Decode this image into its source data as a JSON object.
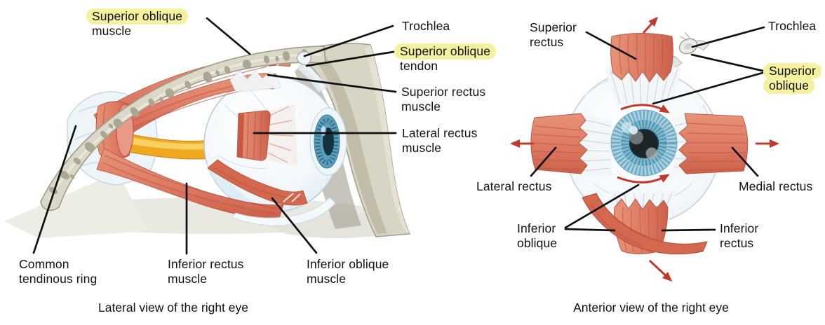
{
  "lateral_view": {
    "caption": "Lateral view of the right eye",
    "labels": {
      "superior_oblique_muscle": {
        "line1": "Superior oblique",
        "line2": "muscle"
      },
      "trochlea": "Trochlea",
      "superior_oblique_tendon": {
        "line1": "Superior oblique",
        "line2": "tendon"
      },
      "superior_rectus_muscle": {
        "line1": "Superior rectus",
        "line2": "muscle"
      },
      "lateral_rectus_muscle": {
        "line1": "Lateral rectus",
        "line2": "muscle"
      },
      "common_tendinous_ring": {
        "line1": "Common",
        "line2": "tendinous ring"
      },
      "inferior_rectus_muscle": {
        "line1": "Inferior rectus",
        "line2": "muscle"
      },
      "inferior_oblique_muscle": {
        "line1": "Inferior oblique",
        "line2": "muscle"
      }
    }
  },
  "anterior_view": {
    "caption": "Anterior view of the right eye",
    "labels": {
      "superior_rectus": {
        "line1": "Superior",
        "line2": "rectus"
      },
      "trochlea": "Trochlea",
      "superior_oblique": {
        "line1": "Superior",
        "line2": "oblique"
      },
      "lateral_rectus": "Lateral rectus",
      "medial_rectus": "Medial rectus",
      "inferior_oblique": {
        "line1": "Inferior",
        "line2": "oblique"
      },
      "inferior_rectus": {
        "line1": "Inferior",
        "line2": "rectus"
      }
    }
  },
  "colors": {
    "highlight": "#f6f1a0",
    "muscle": "#dd7963",
    "muscle_dark": "#b7503c",
    "bone": "#dcd8c7",
    "optic_nerve": "#f0a822",
    "iris_blue": "#5b9fbc",
    "arrow_red": "#c2392b",
    "leader_line": "#111111"
  }
}
